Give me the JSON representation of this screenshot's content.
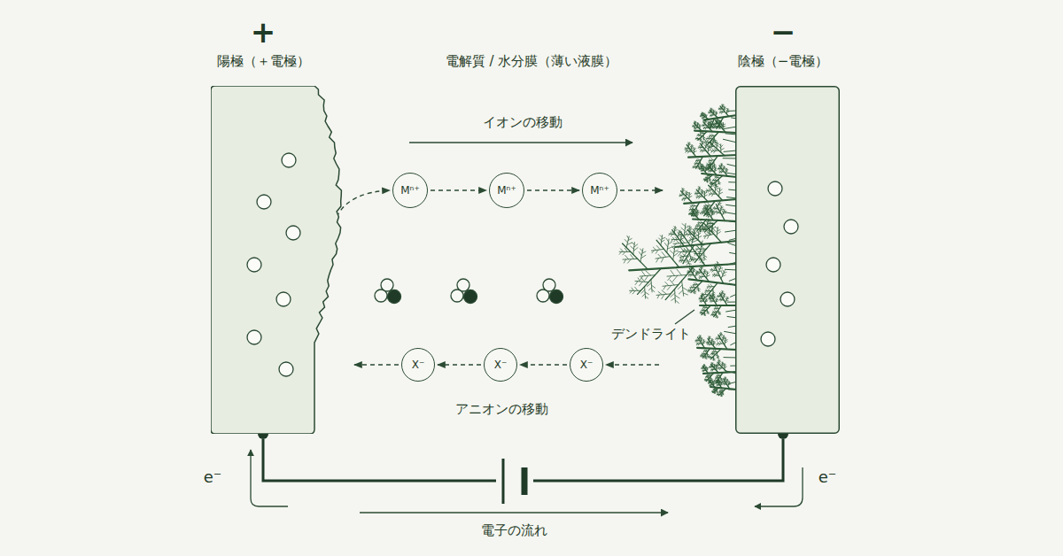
{
  "diagram": {
    "title": "電解質 / 水分膜（薄い液膜）",
    "nodes": [
      {
        "text": [
          "+",
          "陽極（＋電極）"
        ]
      },
      {
        "text": [
          "Mⁿ⁺"
        ]
      },
      {
        "text": [
          "Mⁿ⁺"
        ]
      },
      {
        "text": [
          "Mⁿ⁺"
        ]
      },
      {
        "text": [
          "X⁻"
        ]
      },
      {
        "text": [
          "X⁻"
        ]
      },
      {
        "text": [
          "X⁻"
        ]
      },
      {
        "text": [
          "−",
          "陰極（−電極）"
        ]
      }
    ],
    "edges": [
      {
        "from": 0,
        "to": 1,
        "arrow": "to"
      },
      {
        "from": 1,
        "to": 2,
        "arrow": "to"
      },
      {
        "from": 2,
        "to": 3,
        "arrow": "to"
      },
      {
        "from": 3,
        "to": 7,
        "arrow": "to"
      },
      {
        "from": 7,
        "to": 6,
        "arrow": "to"
      },
      {
        "from": 6,
        "to": 5,
        "arrow": "to"
      },
      {
        "from": 5,
        "to": 4,
        "arrow": "to"
      },
      {
        "from": 4,
        "to": 0,
        "arrow": "to"
      },
      {
        "from": 0,
        "to": 7,
        "arrow": "none"
      }
    ],
    "labels": [
      "イオンの移動",
      "デンドライト",
      "アニオンの移動",
      "e⁻",
      "e⁻",
      "電子の流れ"
    ]
  }
}
